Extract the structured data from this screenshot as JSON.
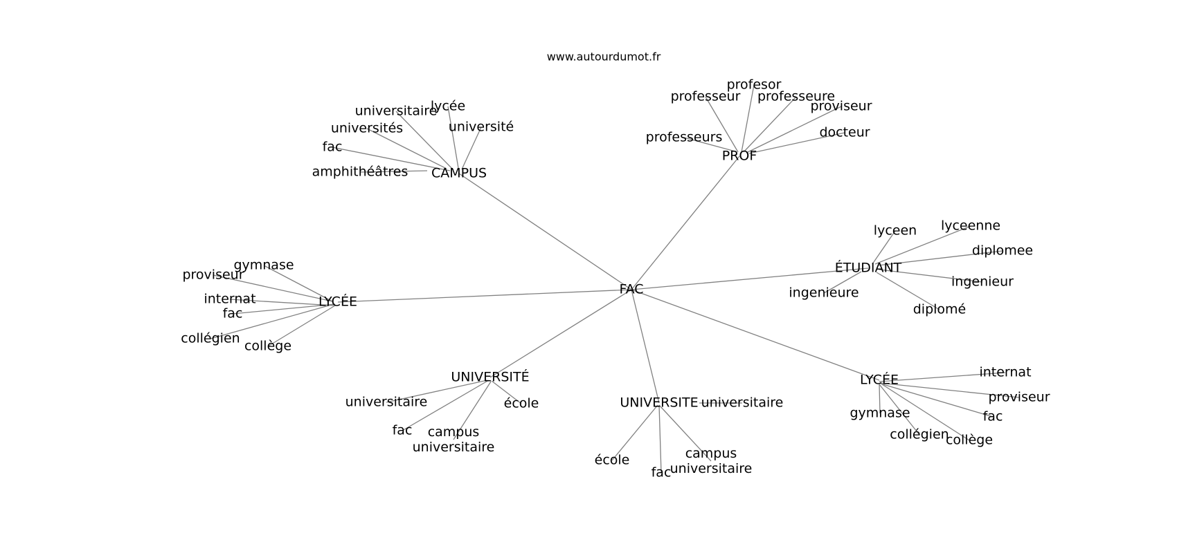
{
  "source_label": "www.autourdumot.fr",
  "center": "FAC",
  "branches": [
    {
      "label": "CAMPUS",
      "children": [
        "amphithéâtres",
        "fac",
        "universités",
        "universitaire",
        "lycée",
        "université"
      ]
    },
    {
      "label": "PROF",
      "children": [
        "professeurs",
        "professeur",
        "profesor",
        "professeure",
        "proviseur",
        "docteur"
      ]
    },
    {
      "label": "ÉTUDIANT",
      "children": [
        "lyceen",
        "lyceenne",
        "diplomee",
        "ingenieur",
        "diplomé",
        "ingenieure"
      ]
    },
    {
      "label": "LYCÉE",
      "children": [
        "internat",
        "proviseur",
        "fac",
        "collège",
        "collégien",
        "gymnase"
      ]
    },
    {
      "label": "UNIVERSITE",
      "children": [
        "universitaire",
        "campus universitaire",
        "fac",
        "école"
      ]
    },
    {
      "label": "UNIVERSITÉ",
      "children": [
        "école",
        "campus universitaire",
        "fac",
        "universitaire"
      ]
    },
    {
      "label": "LYCÉE",
      "children": [
        "collège",
        "internat",
        "fac",
        "collégien",
        "proviseur",
        "gymnase"
      ]
    }
  ]
}
